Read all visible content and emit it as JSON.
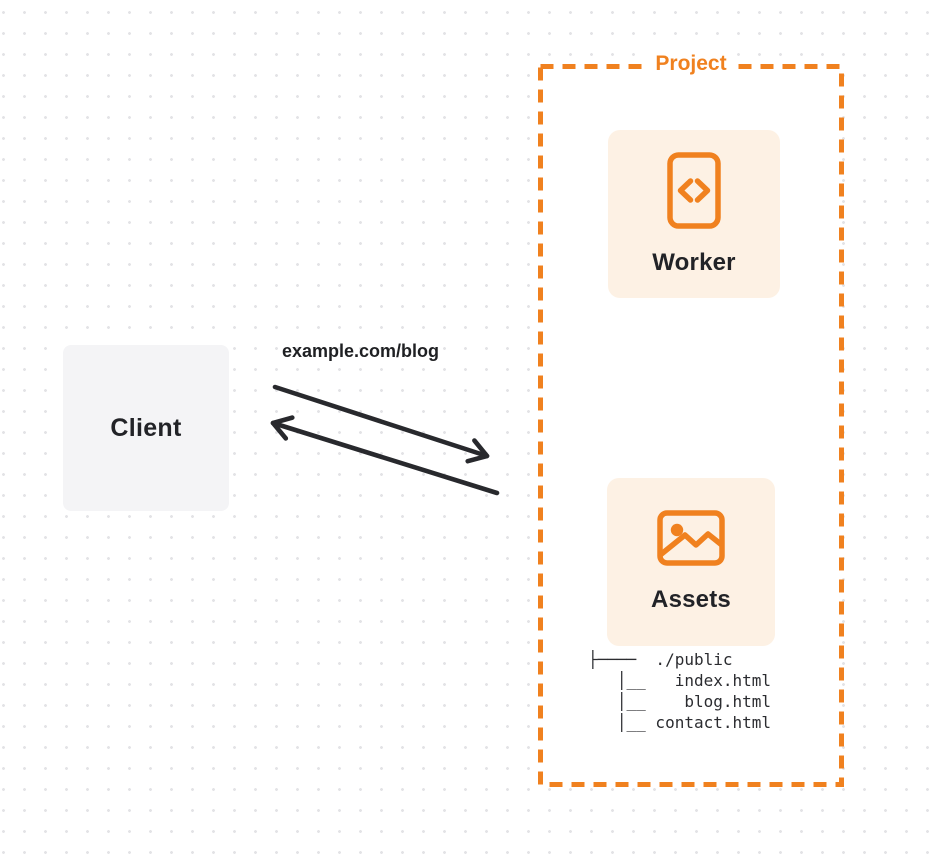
{
  "colors": {
    "accent_orange": "#f0811f",
    "card_background": "#fdf1e4",
    "client_background": "#f4f4f6",
    "ink": "#222327",
    "arrow": "#28292d",
    "grid_dot": "#e3e3e6"
  },
  "client": {
    "label": "Client"
  },
  "request": {
    "label": "example.com/blog"
  },
  "project": {
    "label": "Project",
    "worker": {
      "label": "Worker",
      "icon": "code-file-icon"
    },
    "assets": {
      "label": "Assets",
      "icon": "image-icon",
      "tree_text": "├────  ./public\n   │__   index.html\n   │__    blog.html\n   │__ contact.html"
    }
  }
}
